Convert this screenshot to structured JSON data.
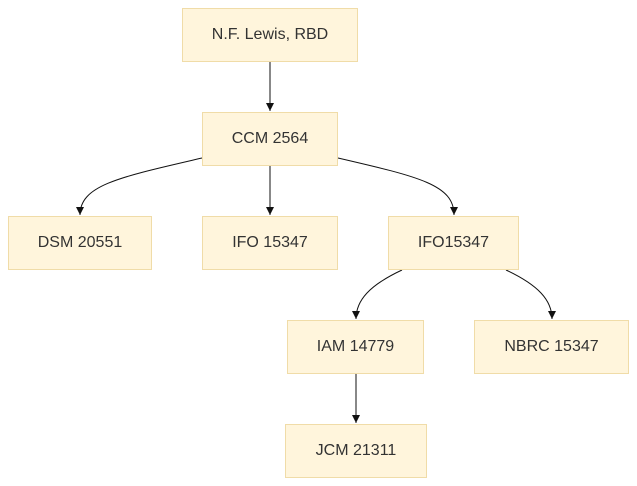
{
  "diagram": {
    "nodes": {
      "n1": {
        "label": "N.F. Lewis, RBD"
      },
      "n2": {
        "label": "CCM 2564"
      },
      "n3": {
        "label": "DSM 20551"
      },
      "n4": {
        "label": "IFO 15347"
      },
      "n5": {
        "label": "IFO15347"
      },
      "n6": {
        "label": "IAM 14779"
      },
      "n7": {
        "label": "NBRC 15347"
      },
      "n8": {
        "label": "JCM 21311"
      }
    },
    "edges": [
      {
        "from": "n1",
        "to": "n2"
      },
      {
        "from": "n2",
        "to": "n3"
      },
      {
        "from": "n2",
        "to": "n4"
      },
      {
        "from": "n2",
        "to": "n5"
      },
      {
        "from": "n5",
        "to": "n6"
      },
      {
        "from": "n5",
        "to": "n7"
      },
      {
        "from": "n6",
        "to": "n8"
      }
    ],
    "colors": {
      "node_fill": "#fff5dc",
      "node_border": "#f0dca8",
      "edge": "#111111",
      "text": "#333333"
    }
  }
}
